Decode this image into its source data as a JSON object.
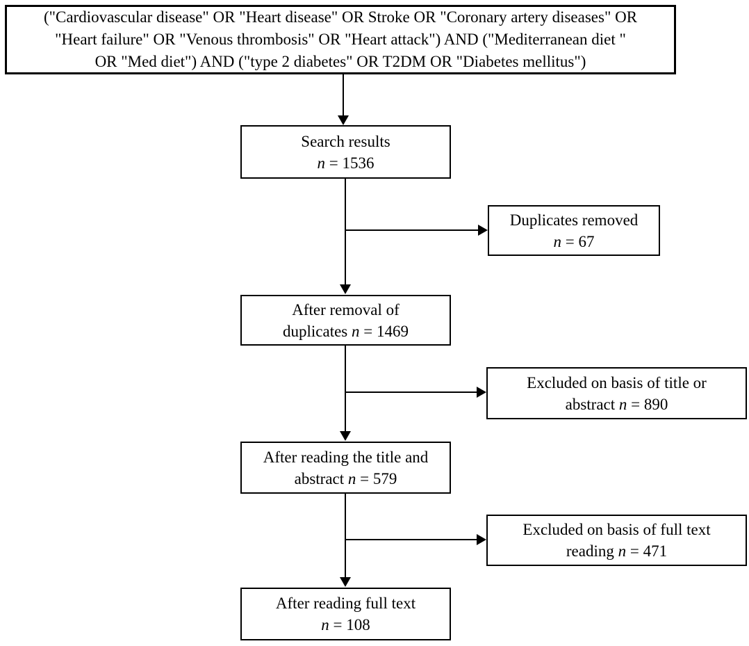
{
  "diagram": {
    "query_box": {
      "lines": [
        "(\"Cardiovascular disease\" OR \"Heart disease\" OR Stroke OR \"Coronary artery diseases\" OR",
        "\"Heart failure\" OR \"Venous thrombosis\" OR \"Heart attack\") AND (\"Mediterranean diet \"",
        "OR \"Med diet\") AND (\"type 2 diabetes\" OR T2DM OR \"Diabetes mellitus\")"
      ]
    },
    "main_boxes": [
      {
        "id": "search-results",
        "line1": "Search results",
        "line2": {
          "pre": "",
          "n": "n",
          "post": " = 1536"
        }
      },
      {
        "id": "after-duplicates",
        "line1": "After removal of",
        "line2": {
          "pre": "duplicates ",
          "n": "n",
          "post": " = 1469"
        }
      },
      {
        "id": "after-title-abstract",
        "line1": "After reading the title and",
        "line2": {
          "pre": "abstract ",
          "n": "n",
          "post": " = 579"
        }
      },
      {
        "id": "after-full-text",
        "line1": "After reading full text",
        "line2": {
          "pre": "",
          "n": "n",
          "post": " = 108"
        }
      }
    ],
    "side_boxes": [
      {
        "id": "duplicates-removed",
        "line1": "Duplicates removed",
        "line2": {
          "pre": "",
          "n": "n",
          "post": " = 67"
        }
      },
      {
        "id": "excluded-title-abstract",
        "line1": "Excluded on basis of title or",
        "line2": {
          "pre": "abstract ",
          "n": "n",
          "post": " = 890"
        }
      },
      {
        "id": "excluded-full-text",
        "line1": "Excluded on basis of full text",
        "line2": {
          "pre": "reading ",
          "n": "n",
          "post": " = 471"
        }
      }
    ],
    "colors": {
      "border": "#000000",
      "text": "#000000",
      "background": "#ffffff"
    }
  }
}
